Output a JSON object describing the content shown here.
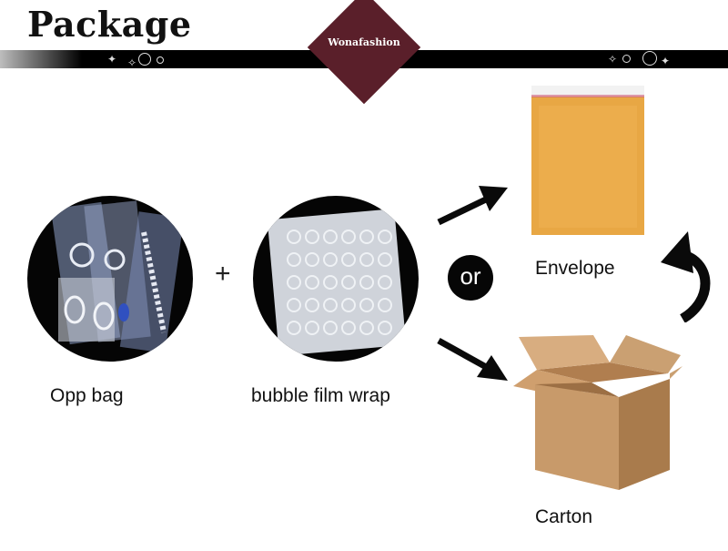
{
  "title": "Package",
  "brand": "Wonafashion",
  "labels": {
    "opp_bag": "Opp bag",
    "plus": "+",
    "bubble_film_wrap": "bubble film wrap",
    "or": "or",
    "envelope": "Envelope",
    "carton": "Carton"
  },
  "icons": [
    "arrow-up-right-icon",
    "arrow-down-right-icon",
    "curved-arrow-up-icon"
  ],
  "colors": {
    "band": "#000000",
    "brand_diamond": "#5a1f2a",
    "envelope": "#e8a744",
    "carton": "#c89a6a"
  }
}
